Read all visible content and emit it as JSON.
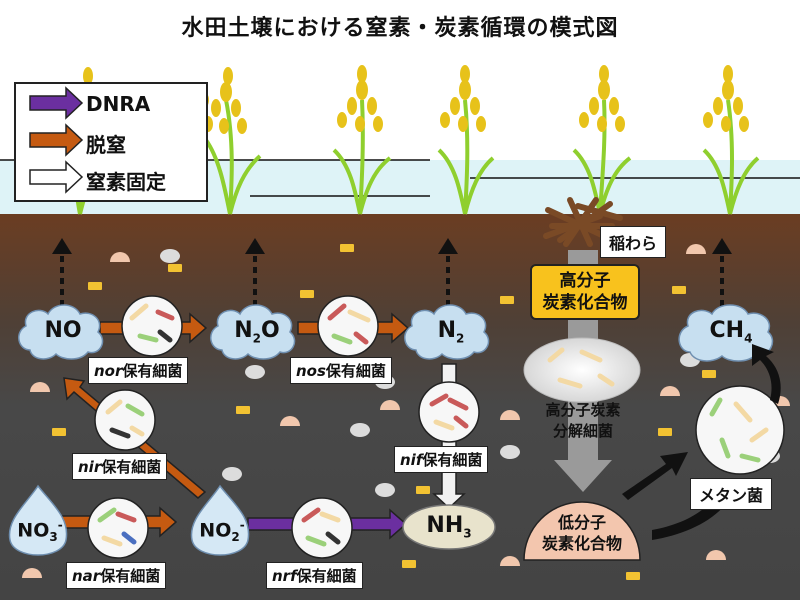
{
  "title": "水田土壌における窒素・炭素循環の模式図",
  "legend": {
    "items": [
      {
        "label": "DNRA",
        "color": "#6b2fa0"
      },
      {
        "label": "脱窒",
        "color": "#c55a11"
      },
      {
        "label": "窒素固定",
        "color": "#ffffff"
      }
    ]
  },
  "nodes": {
    "no": {
      "label": "NO"
    },
    "n2o": {
      "main": "N",
      "sub": "2",
      "tail": "O"
    },
    "n2": {
      "main": "N",
      "sub": "2"
    },
    "ch4": {
      "main": "CH",
      "sub": "4"
    },
    "no3": {
      "main": "NO",
      "sub": "3",
      "sup": "-"
    },
    "no2": {
      "main": "NO",
      "sub": "2",
      "sup": "-"
    },
    "nh3": {
      "main": "NH",
      "sub": "3"
    }
  },
  "bacteria": {
    "nor": {
      "gene": "nor",
      "suffix": "保有細菌"
    },
    "nos": {
      "gene": "nos",
      "suffix": "保有細菌"
    },
    "nir": {
      "gene": "nir",
      "suffix": "保有細菌"
    },
    "nif": {
      "gene": "nif",
      "suffix": "保有細菌"
    },
    "nar": {
      "gene": "nar",
      "suffix": "保有細菌"
    },
    "nrf": {
      "gene": "nrf",
      "suffix": "保有細菌"
    }
  },
  "carbon": {
    "straw": "稲わら",
    "high_mw_line1": "高分子",
    "high_mw_line2": "炭素化合物",
    "decomposer_line1": "高分子炭素",
    "decomposer_line2": "分解細菌",
    "low_mw_line1": "低分子",
    "low_mw_line2": "炭素化合物",
    "methanogen": "メタン菌"
  },
  "colors": {
    "dnra": "#6b2fa0",
    "denitrification": "#c55a11",
    "soil": "#4a4a4a",
    "soil_top": "#6b3d22",
    "water": "#def3f7",
    "cloud": "#c7dff0",
    "drop": "#d5e8f5",
    "gold": "#f8c21d"
  }
}
